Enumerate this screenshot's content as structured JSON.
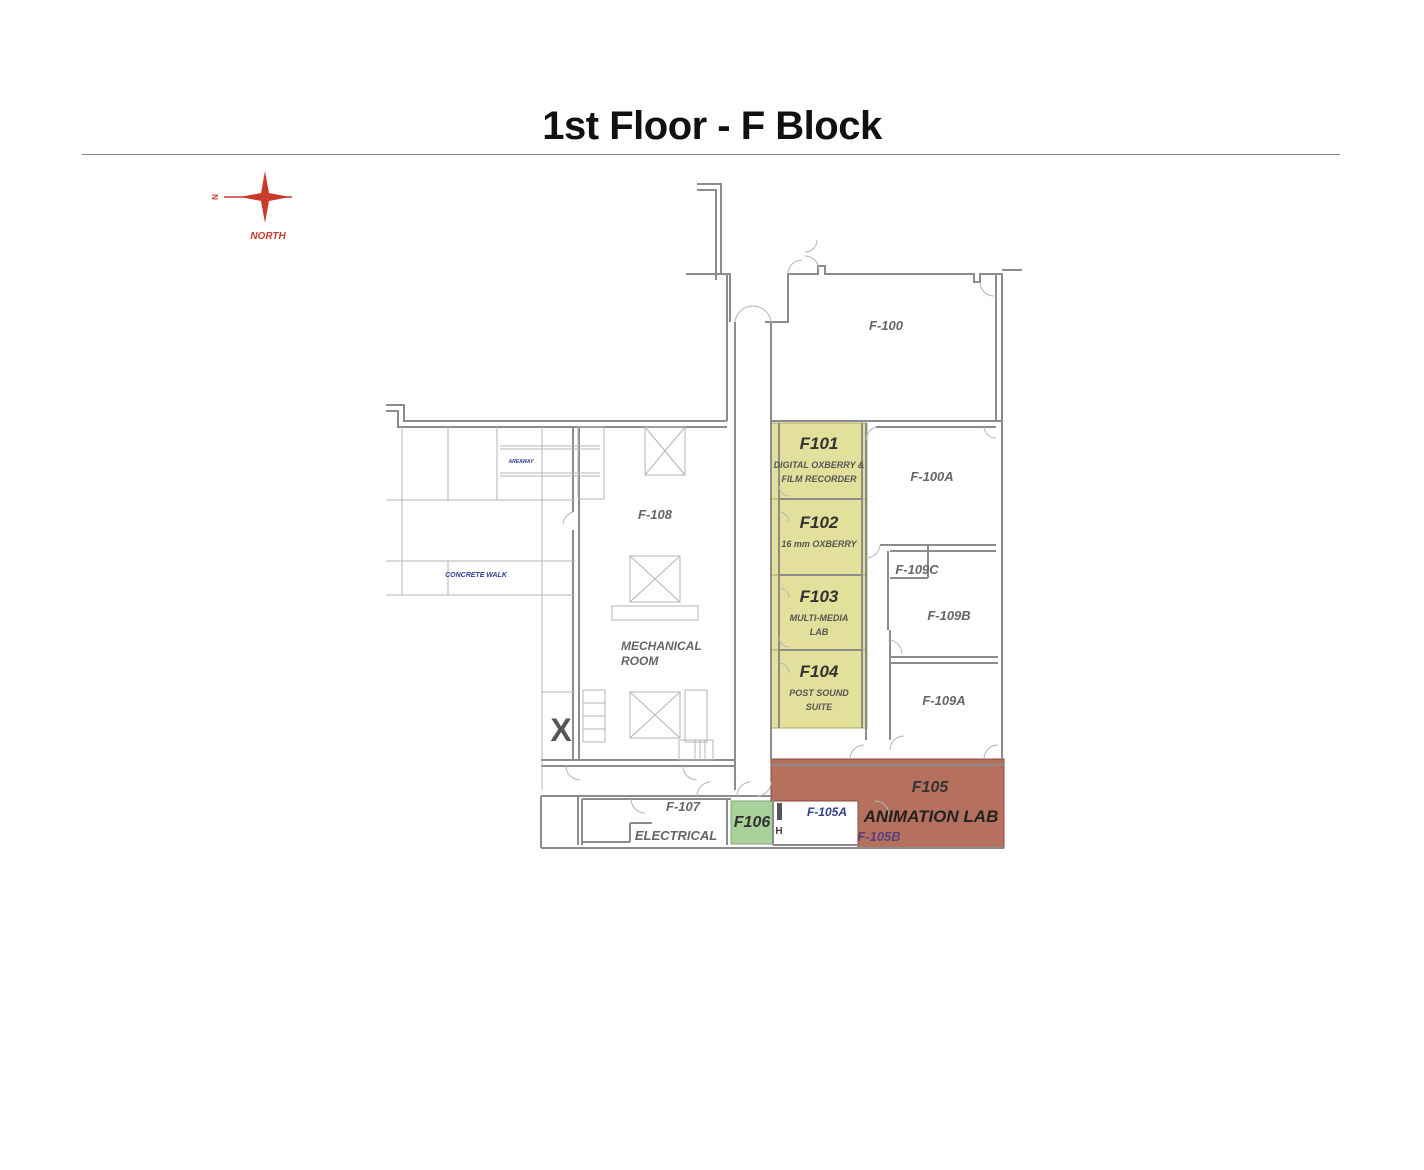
{
  "title": "1st Floor - F Block",
  "compass": {
    "label": "NORTH",
    "letter": "N",
    "icon": "compass-rose-icon",
    "color": "#c83a2a"
  },
  "colors": {
    "highlight_yellow": "#e2e09a",
    "highlight_green": "#a9d19a",
    "highlight_brown": "#b5705e",
    "wall": "#8c8c8c",
    "label_gray": "#666666",
    "label_blue": "#2f3f8f"
  },
  "rooms": {
    "f100": "F-100",
    "f100a": "F-100A",
    "f101": {
      "number": "F101",
      "name_line1": "DIGITAL OXBERRY &",
      "name_line2": "FILM RECORDER"
    },
    "f102": {
      "number": "F102",
      "name_line1": "16 mm OXBERRY"
    },
    "f103": {
      "number": "F103",
      "name_line1": "MULTI-MEDIA",
      "name_line2": "LAB"
    },
    "f104": {
      "number": "F104",
      "name_line1": "POST SOUND",
      "name_line2": "SUITE"
    },
    "f105": {
      "number": "F105",
      "name": "ANIMATION LAB"
    },
    "f105a": "F-105A",
    "f105b": "F-105B",
    "f106": "F106",
    "f107": "F-107",
    "electrical": "ELECTRICAL",
    "f108": "F-108",
    "mechanical_line1": "MECHANICAL",
    "mechanical_line2": "ROOM",
    "f109a": "F-109A",
    "f109b": "F-109B",
    "f109c": "F-109C",
    "concrete_walk": "CONCRETE WALK",
    "areaway": "AREAWAY",
    "x_mark": "X",
    "h_mark": "H"
  }
}
